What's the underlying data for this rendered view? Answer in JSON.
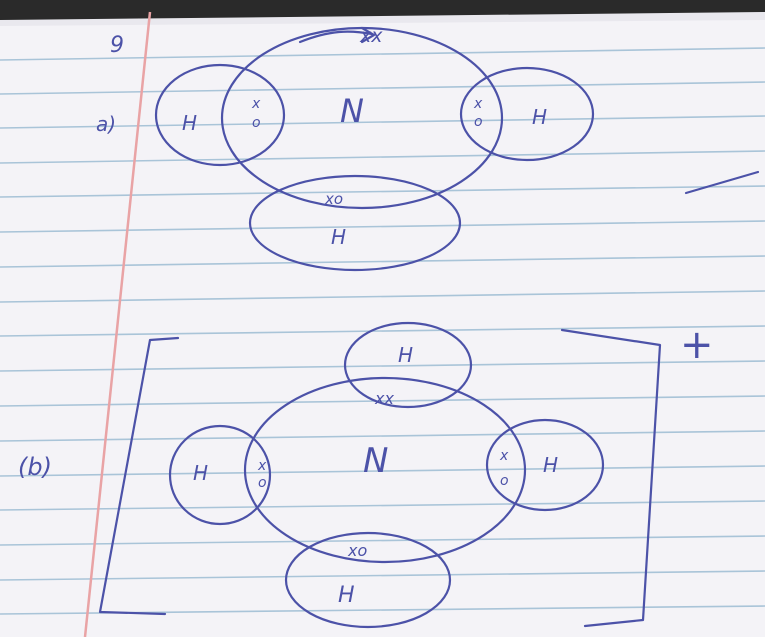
{
  "question_number": "9",
  "part_a": {
    "label": "a)",
    "central_atom": "N",
    "lone_pair": "xx",
    "hydrogens": [
      {
        "atom": "H",
        "pair": "x\no"
      },
      {
        "atom": "H",
        "pair": "x\no"
      },
      {
        "atom": "H",
        "pair": "xo"
      }
    ]
  },
  "tick_mark": "✓",
  "part_b": {
    "label": "(b)",
    "central_atom": "N",
    "charge": "+",
    "hydrogens": [
      {
        "atom": "H",
        "pair": "xx"
      },
      {
        "atom": "H",
        "pair": "x\no"
      },
      {
        "atom": "H",
        "pair": "x\no"
      },
      {
        "atom": "H",
        "pair": "xo"
      }
    ]
  }
}
